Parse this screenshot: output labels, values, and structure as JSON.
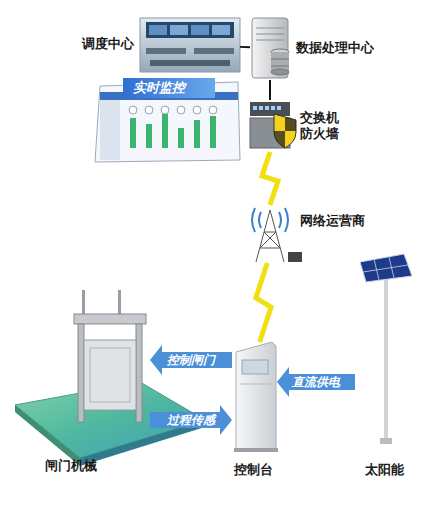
{
  "diagram": {
    "nodes": [
      {
        "text": [
          "调度中心"
        ]
      },
      {
        "text": [
          "实时监控"
        ]
      },
      {
        "text": [
          "数据处理中心"
        ]
      },
      {
        "text": [
          "交换机 防火墙"
        ]
      },
      {
        "text": [
          "网络运营商"
        ]
      },
      {
        "text": [
          "闸门机械"
        ]
      },
      {
        "text": [
          "控制台"
        ]
      },
      {
        "text": [
          "太阳能"
        ]
      }
    ],
    "edges": [
      {
        "from": 0,
        "to": 2,
        "arrow": "none"
      },
      {
        "from": 2,
        "to": 3,
        "arrow": "none"
      },
      {
        "from": 3,
        "to": 4,
        "arrow": "none"
      },
      {
        "from": 4,
        "to": 6,
        "arrow": "none"
      },
      {
        "from": 6,
        "to": 5,
        "label": "控制闸门",
        "arrow": "to"
      },
      {
        "from": 5,
        "to": 6,
        "label": "过程传感",
        "arrow": "to"
      },
      {
        "from": 7,
        "to": 6,
        "label": "直流供电",
        "arrow": "to"
      }
    ]
  }
}
